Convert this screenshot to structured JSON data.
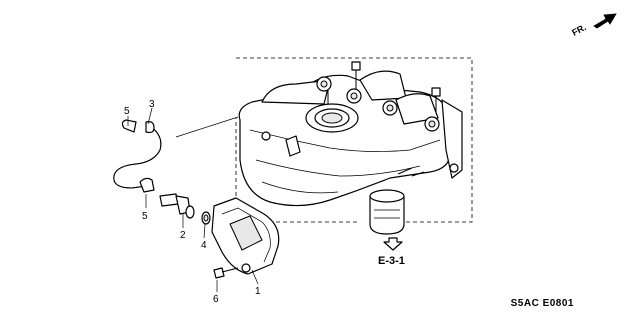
{
  "callouts": {
    "c1": "1",
    "c2": "2",
    "c3": "3",
    "c4": "4",
    "c5_top": "5",
    "c5_bottom": "5",
    "c6": "6"
  },
  "reference": "E-3-1",
  "direction": "FR.",
  "diagram_code": "S5AC E0801"
}
